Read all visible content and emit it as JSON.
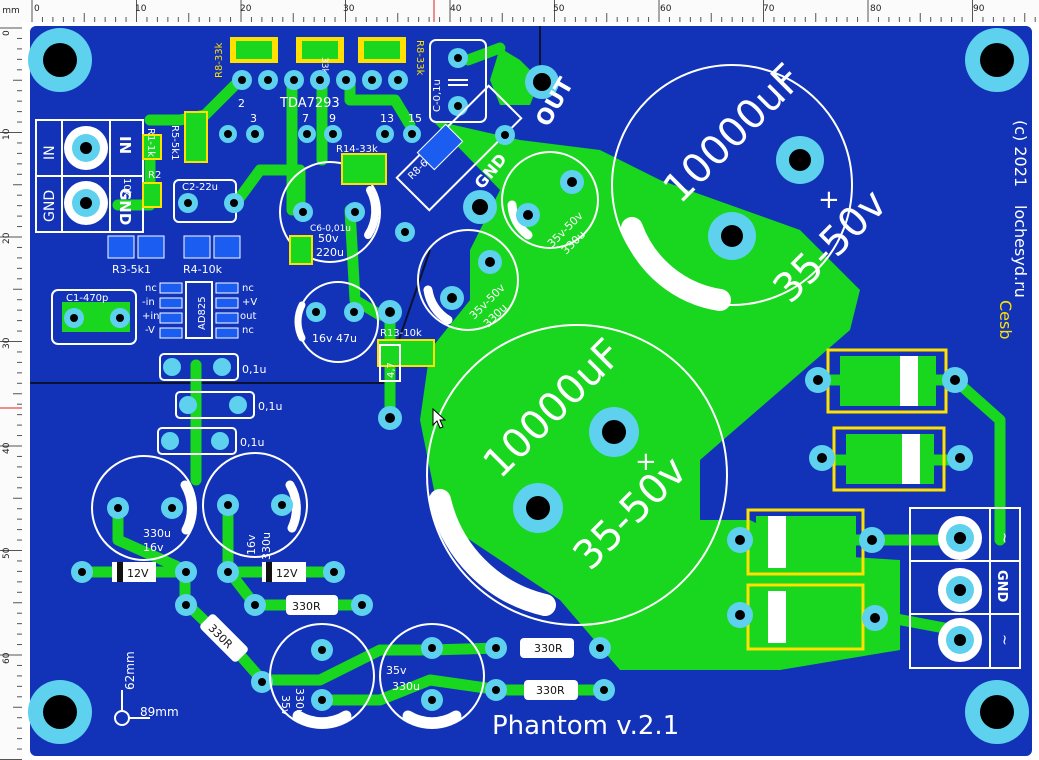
{
  "ruler": {
    "unit": "mm",
    "top_ticks": [
      "0",
      "10",
      "20",
      "30",
      "40",
      "50",
      "60",
      "70",
      "80",
      "90"
    ],
    "left_ticks": [
      "0",
      "10",
      "20",
      "30",
      "40",
      "50",
      "60"
    ]
  },
  "board": {
    "title": "Phantom v.2.1",
    "chip": "TDA7293",
    "copyright": "(c) 2021",
    "site": "lochesyd.ru",
    "author": "Cesb",
    "dim_height": "62mm",
    "dim_width": "89mm",
    "colors": {
      "board": "#1233b7",
      "copper": "#19d61f",
      "pad": "#5ed1ee",
      "silk": "#ffffff",
      "label_yellow": "#ffe000"
    }
  },
  "pins": [
    "2",
    "3",
    "7",
    "9",
    "13",
    "15"
  ],
  "connectors": {
    "input": [
      "IN",
      "GND"
    ],
    "power": [
      "~",
      "GND",
      "~"
    ],
    "output": "OUT",
    "ground": "GND"
  },
  "components": {
    "r_top_left": "R8-33k",
    "r_top_mid": "33k",
    "r_top_right": "R8-33k",
    "c_top": "C-0,1u",
    "r1": "R1-1k",
    "r5": "R5-5k1",
    "r2": "R2",
    "r2v": "10k",
    "c2": "C2-22u",
    "r14": "R14-33k",
    "r3": "R3-5k1",
    "r4": "R4-10k",
    "c1": "C1-470p",
    "opamp": "AD825",
    "opamp_left": [
      "nc",
      "-in",
      "+in",
      "-V"
    ],
    "opamp_right": [
      "nc",
      "+V",
      "out",
      "nc"
    ],
    "c6": "C6-0,01u",
    "c6_cap": "220u",
    "c6_volt": "50v",
    "c_16v": "16v 47u",
    "r13": "R13-10k",
    "r47": "4,7",
    "r_mid": "R8-6",
    "cap_01": [
      "0,1u",
      "0,1u",
      "0,1u"
    ],
    "big_caps": [
      "10000uF",
      "10000uF"
    ],
    "big_caps_rating": [
      "35-50v",
      "35-50v"
    ],
    "plus": "+",
    "med_caps": [
      "35v-50v",
      "35v-50v"
    ],
    "med_caps_val": [
      "330u",
      "330u"
    ],
    "small_caps_left": [
      "330u",
      "16v"
    ],
    "small_caps_right": [
      "16v",
      "330u"
    ],
    "zeners": [
      "12V",
      "12V"
    ],
    "r330": [
      "330R",
      "330R",
      "330R",
      "330R"
    ],
    "bottom_caps": [
      "35v",
      "330u"
    ],
    "bottom_caps2": [
      "35v",
      "330u"
    ]
  }
}
